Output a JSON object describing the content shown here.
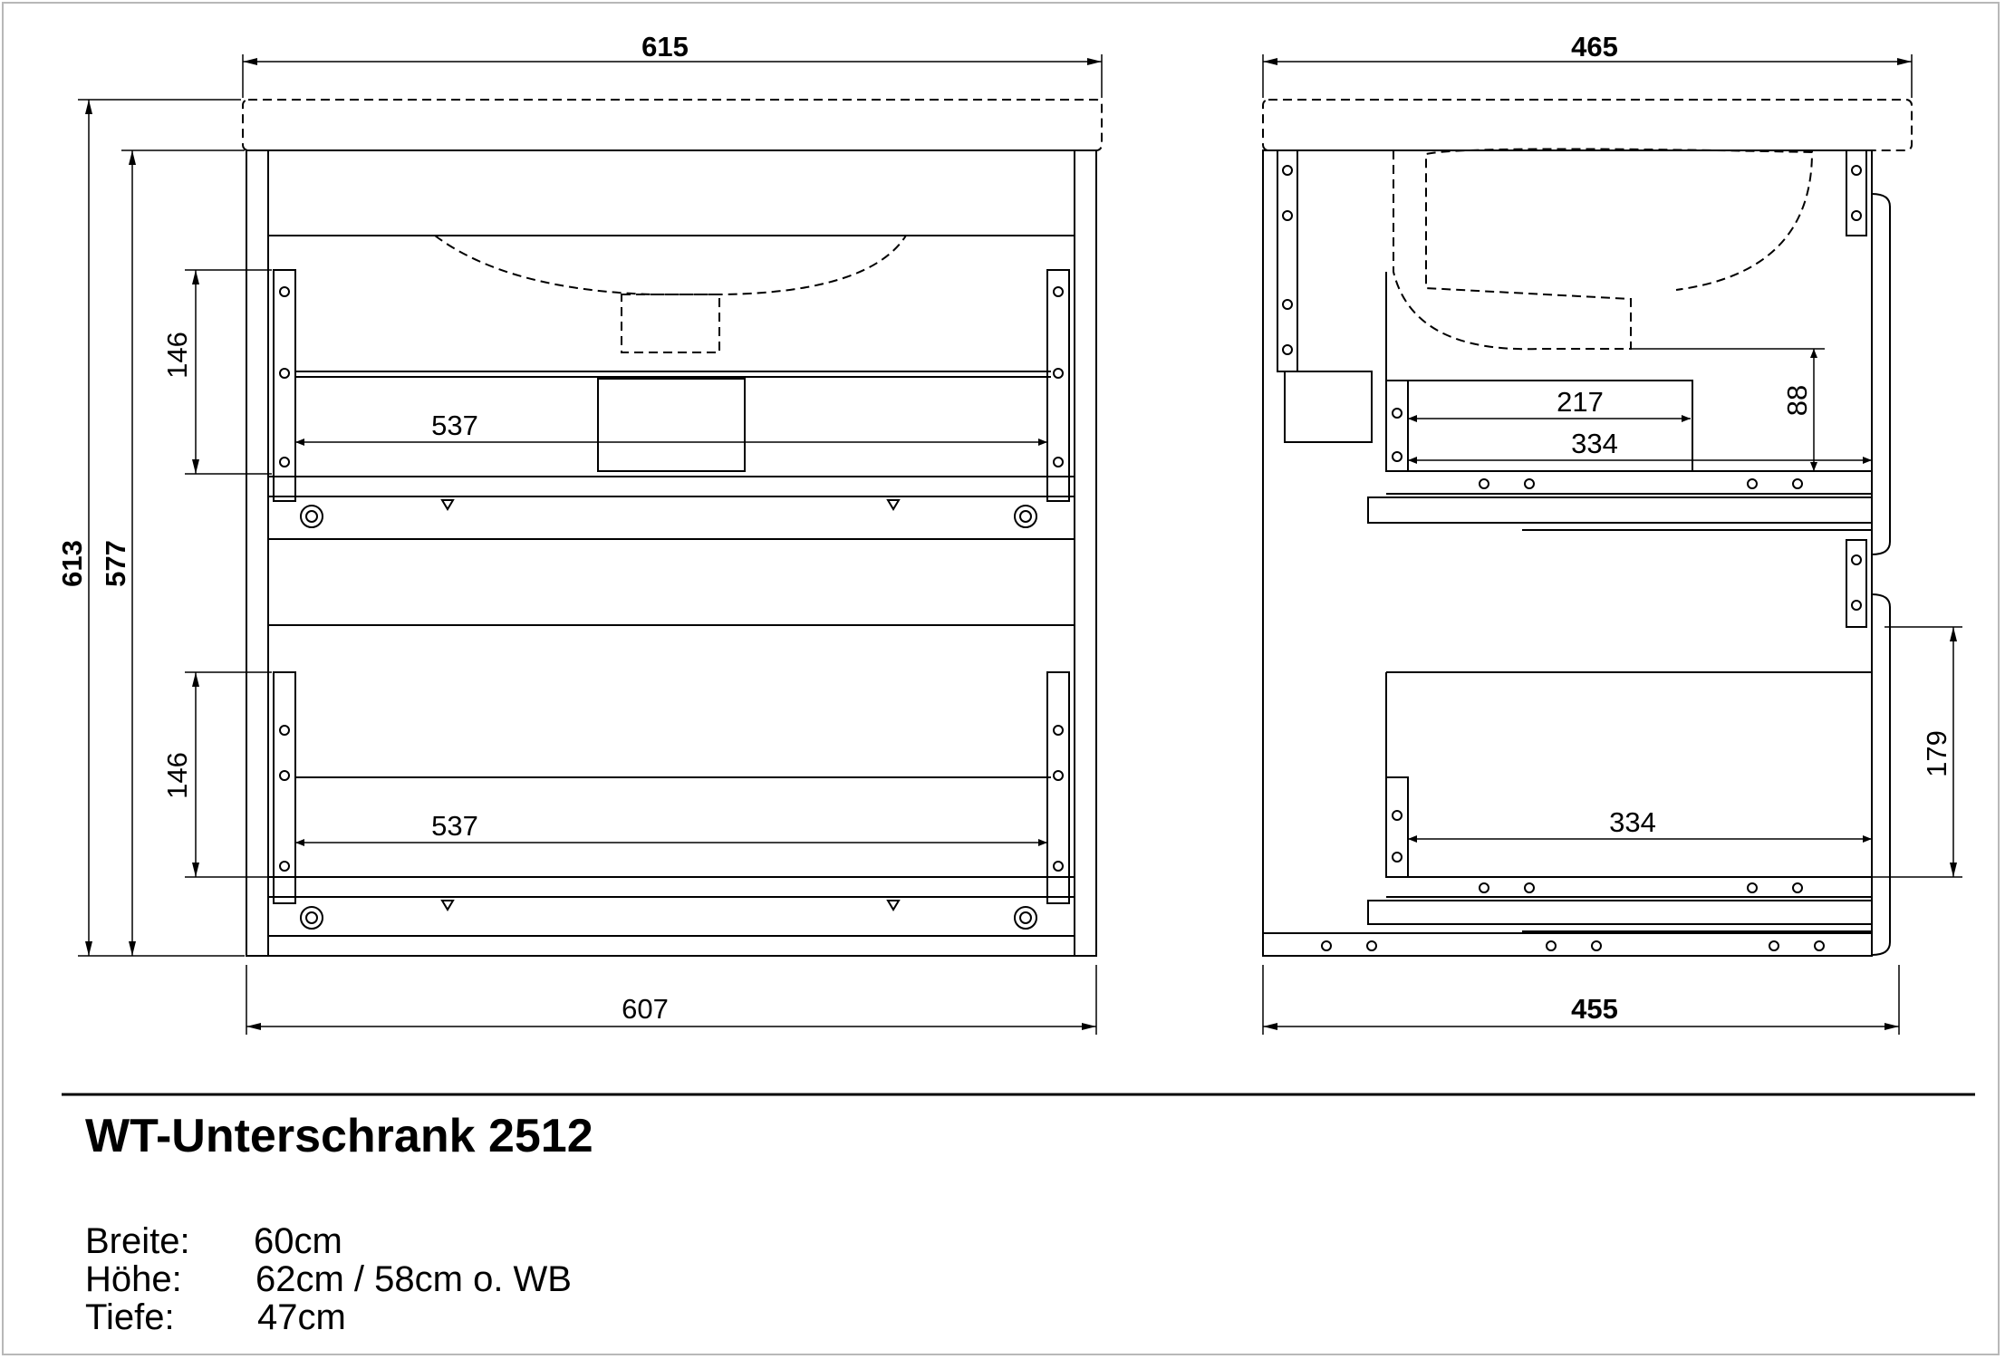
{
  "front_view": {
    "dim_top_width": "615",
    "dim_bottom_width": "607",
    "dim_total_height": "613",
    "dim_body_height": "577",
    "dim_upper_drawer_height": "146",
    "dim_lower_drawer_height": "146",
    "dim_upper_drawer_width": "537",
    "dim_lower_drawer_width": "537"
  },
  "side_view": {
    "dim_top_depth": "465",
    "dim_bottom_depth": "455",
    "dim_upper_inner_depth": "217",
    "dim_upper_drawer_depth": "334",
    "dim_lower_drawer_depth": "334",
    "dim_upper_drawer_height": "88",
    "dim_lower_drawer_height": "179"
  },
  "title": "WT-Unterschrank 2512",
  "specs": [
    {
      "label": "Breite:",
      "value": "60cm"
    },
    {
      "label": "Höhe:",
      "value": "62cm / 58cm o. WB"
    },
    {
      "label": "Tiefe:",
      "value": "47cm"
    }
  ]
}
